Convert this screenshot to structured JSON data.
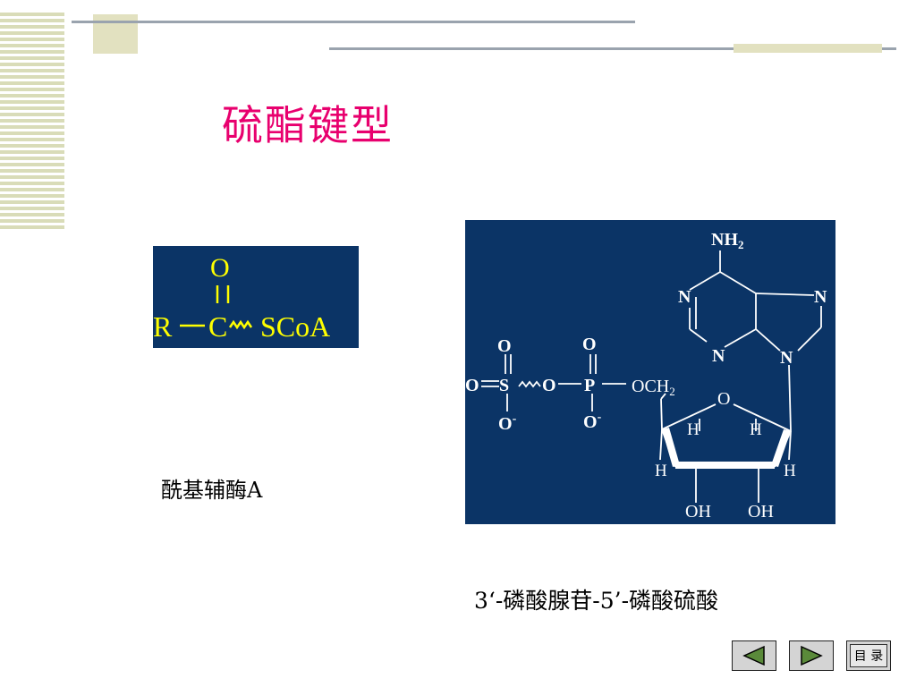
{
  "title": "硫酯键型",
  "acyl_coa": {
    "formula_top": "O",
    "double_bond": "||",
    "formula_left": "R",
    "formula_carbon": "C",
    "formula_right": "SCoA",
    "caption": "酰基辅酶A"
  },
  "paps": {
    "caption": "3‘-磷酸腺苷-5’-磷酸硫酸",
    "atoms": {
      "nh2": "NH",
      "nh2_sub": "2",
      "n": "N",
      "o": "O",
      "s": "S",
      "p": "P",
      "och2": "OCH",
      "och2_sub": "2",
      "o_minus": "O",
      "minus": "-",
      "h": "H",
      "oh": "OH"
    }
  },
  "nav": {
    "toc_label": "目 录"
  },
  "colors": {
    "title": "#e8006e",
    "box": "#0b3466",
    "formula_yellow": "#ffff00"
  }
}
